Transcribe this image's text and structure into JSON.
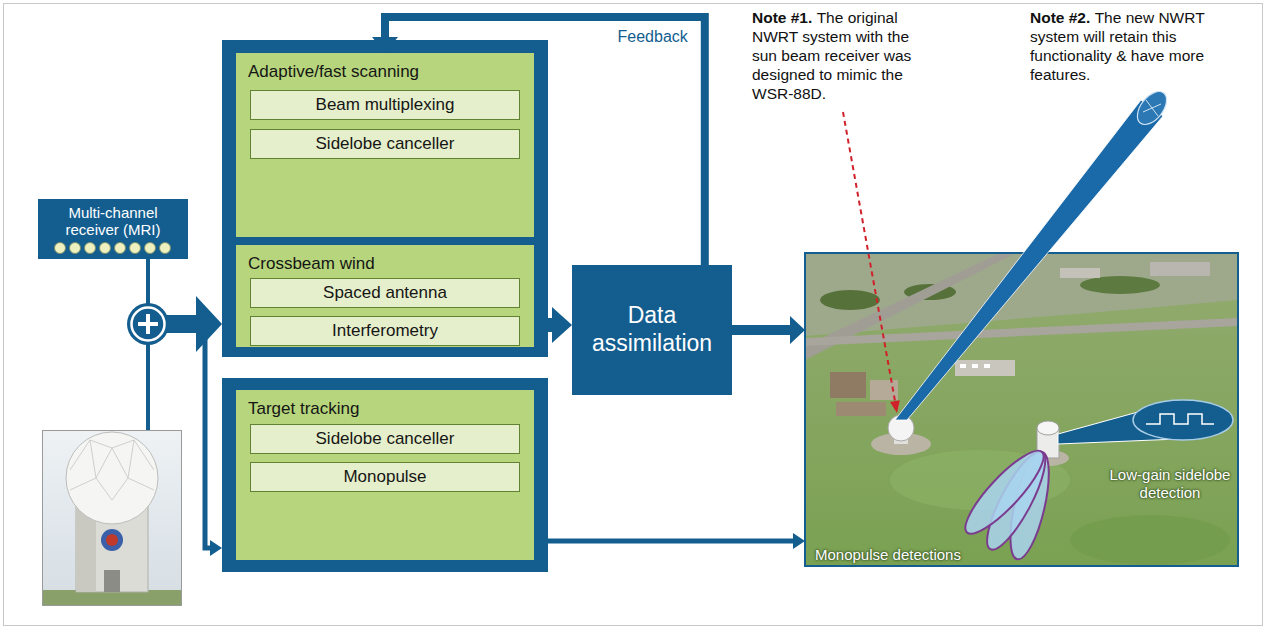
{
  "diagram": {
    "nodes": [
      {
        "text": [
          "Multi-channel receiver (MRI)"
        ]
      },
      {
        "text": [
          "Adaptive/fast scanning"
        ]
      },
      {
        "text": [
          "Beam multiplexing"
        ],
        "in": 1
      },
      {
        "text": [
          "Sidelobe canceller"
        ],
        "in": 1
      },
      {
        "text": [
          "Crossbeam wind"
        ]
      },
      {
        "text": [
          "Spaced antenna"
        ],
        "in": 4
      },
      {
        "text": [
          "Interferometry"
        ],
        "in": 4
      },
      {
        "text": [
          "Data assimilation"
        ]
      },
      {
        "text": [
          "Target tracking"
        ]
      },
      {
        "text": [
          "Sidelobe canceller"
        ],
        "in": 8
      },
      {
        "text": [
          "Monopulse"
        ],
        "in": 8
      }
    ],
    "edges": [
      {
        "from": 4,
        "to": 7,
        "arrow": "to"
      },
      {
        "from": 7,
        "to": 1,
        "arrow": "to",
        "label": "Feedback"
      }
    ],
    "labels": [
      "Note #1.",
      "The original NWRT system with the sun beam receiver was designed to mimic the WSR-88D.",
      "Note #2.",
      "The new NWRT system will retain this functionality & have more features.",
      "Monopulse detections",
      "Low-gain sidelobe detection"
    ]
  }
}
